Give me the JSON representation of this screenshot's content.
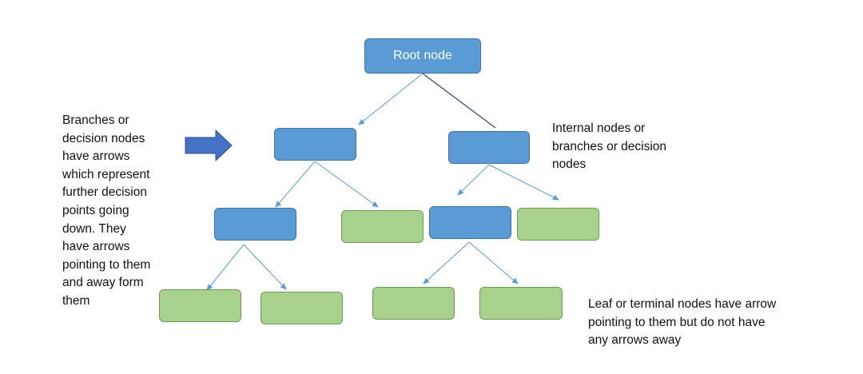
{
  "diagram": {
    "root_label": "Root node",
    "annotations": {
      "branches": [
        "Branches or",
        "decision nodes",
        "have arrows",
        "which represent",
        "further decision",
        "points going",
        "down. They",
        "have arrows",
        "pointing to them",
        "and away form",
        "them"
      ],
      "internal": [
        "Internal nodes or",
        "branches or decision",
        "nodes"
      ],
      "leaf": [
        "Leaf or terminal nodes have arrow",
        "pointing to them but do not have",
        "any arrows away"
      ]
    },
    "colors": {
      "decision_fill": "#5b9bd5",
      "decision_border": "#41719c",
      "leaf_fill": "#a9d18e",
      "leaf_border": "#6a9b54",
      "connector": "#5b9bd5",
      "block_arrow": "#4472c4"
    }
  }
}
